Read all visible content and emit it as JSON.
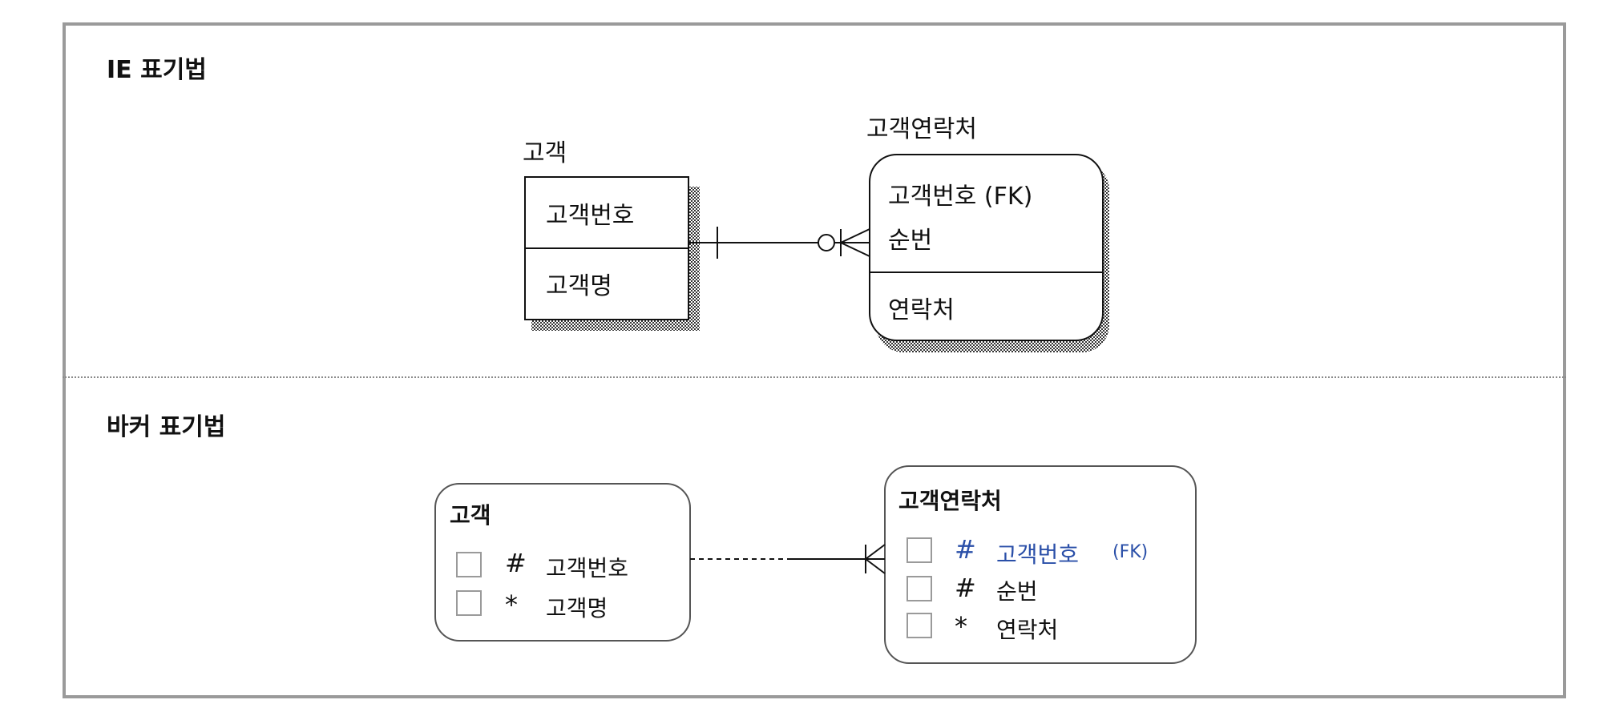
{
  "ie": {
    "heading": "IE 표기법",
    "customer": {
      "name": "고객",
      "key_attr": "고객번호",
      "attr": "고객명"
    },
    "contact": {
      "name": "고객연락처",
      "key_attr_1": "고객번호 (FK)",
      "key_attr_2": "순번",
      "attr": "연락처"
    }
  },
  "barker": {
    "heading": "바커 표기법",
    "customer": {
      "name": "고객",
      "row1_mark": "#",
      "row1_label": "고객번호",
      "row2_mark": "*",
      "row2_label": "고객명"
    },
    "contact": {
      "name": "고객연락처",
      "row1_mark": "#",
      "row1_label": "고객번호",
      "row1_suffix": "(FK)",
      "row2_mark": "#",
      "row2_label": "순번",
      "row3_mark": "*",
      "row3_label": "연락처"
    }
  },
  "colors": {
    "frame": "#9a9a9a",
    "fk_text": "#2a4fa8"
  }
}
